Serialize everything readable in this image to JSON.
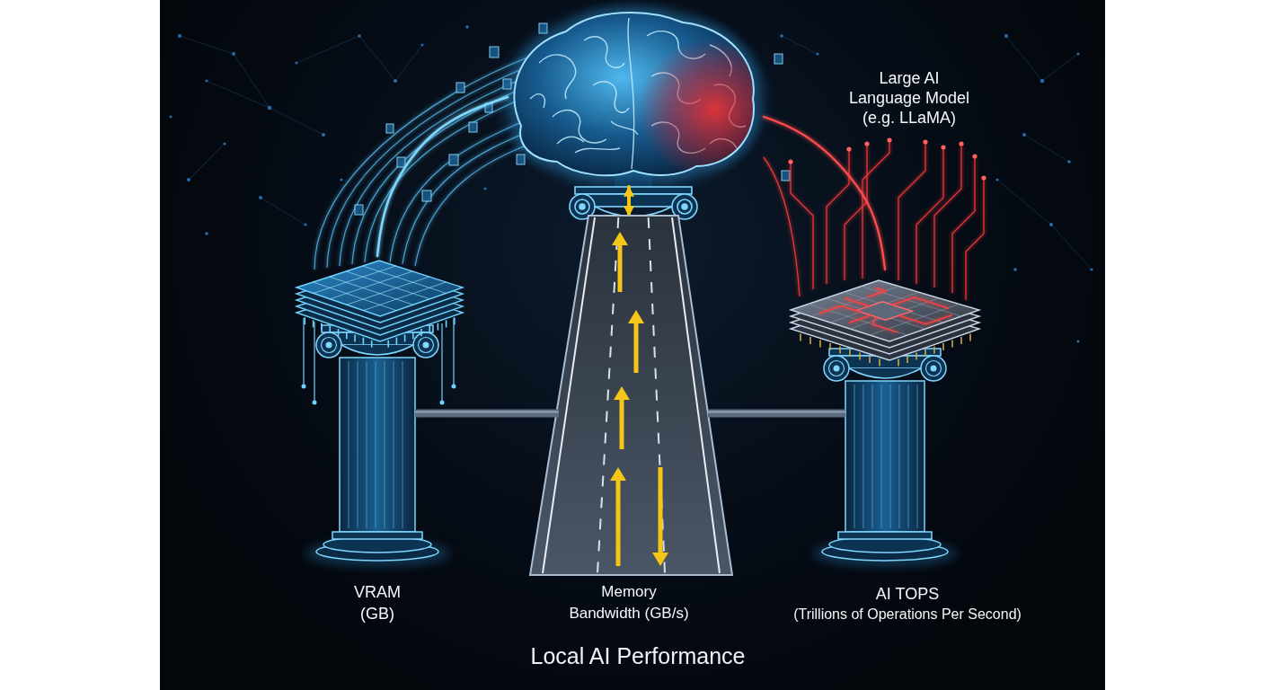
{
  "diagram": {
    "title": "Local AI Performance",
    "nodes": [
      {
        "text": [
          "Large AI Language Model (e.g. LLaMA)"
        ]
      },
      {
        "text": [
          "VRAM (GB)"
        ]
      },
      {
        "text": [
          "Memory Bandwidth (GB/s)"
        ]
      },
      {
        "text": [
          "AI TOPS",
          "(Trillions of Operations Per Second)"
        ]
      }
    ],
    "edges": [
      {
        "from": 1,
        "to": 0,
        "arrow": "none"
      },
      {
        "from": 2,
        "to": 0,
        "arrow": "both"
      },
      {
        "from": 3,
        "to": 0,
        "arrow": "none"
      },
      {
        "from": 1,
        "to": 2,
        "arrow": "none"
      },
      {
        "from": 2,
        "to": 3,
        "arrow": "none"
      }
    ]
  }
}
